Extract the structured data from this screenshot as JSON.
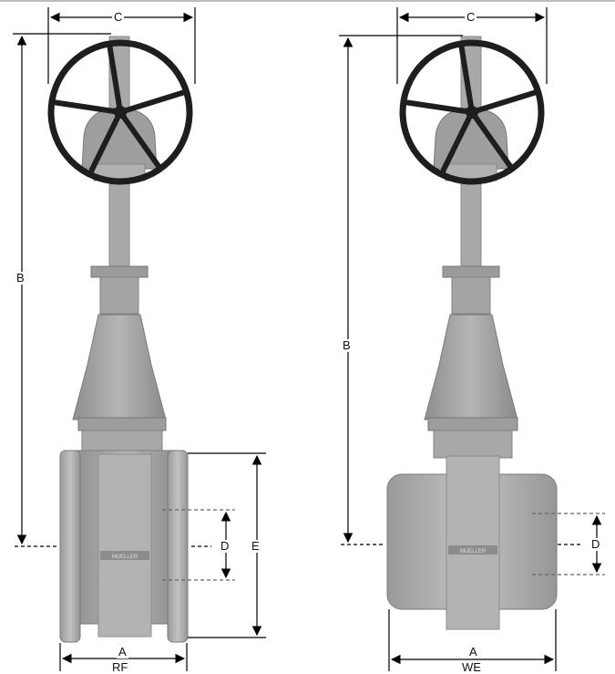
{
  "left_valve": {
    "variant": "RF",
    "dimensions": {
      "a": "A",
      "b": "B",
      "c": "C",
      "d": "D",
      "e": "E"
    },
    "end_label": "RF"
  },
  "right_valve": {
    "variant": "WE",
    "dimensions": {
      "a": "A",
      "b": "B",
      "c": "C",
      "d": "D"
    },
    "end_label": "WE"
  },
  "body_marking": "MUELLER",
  "colors": {
    "valve_body": "#a6a6a6",
    "valve_dark": "#6e6e6e",
    "handwheel": "#1e1e1e",
    "dim_line": "#000000",
    "background": "#ffffff"
  }
}
